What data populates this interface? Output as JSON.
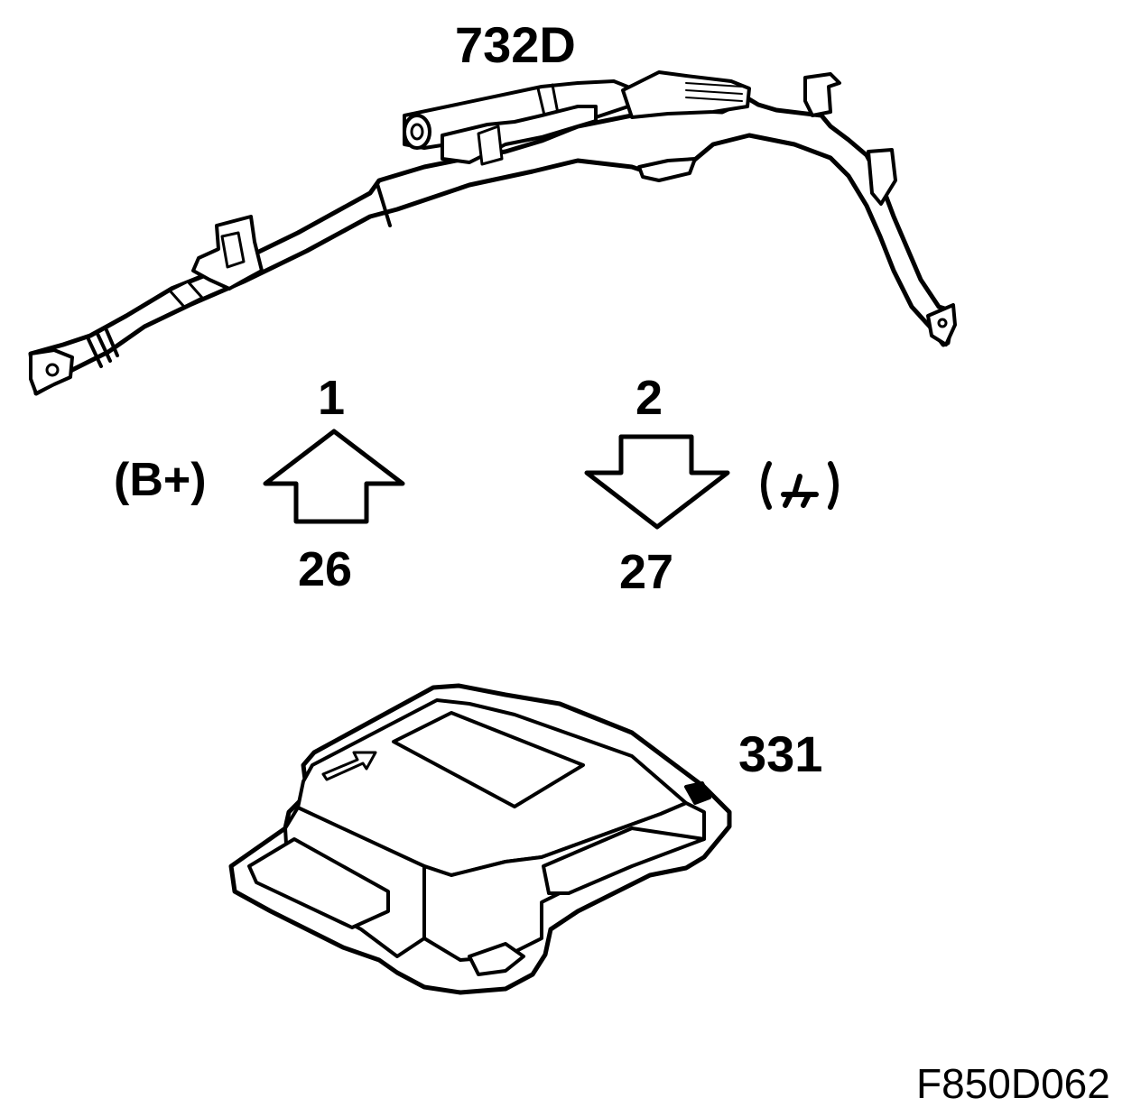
{
  "labels": {
    "airbag_part": "732D",
    "pin_upper_left": "1",
    "pin_upper_right": "2",
    "supply": "(B+)",
    "pin_lower_left": "26",
    "pin_lower_right": "27",
    "control_module_part": "331",
    "figure_code": "F850D062"
  },
  "colors": {
    "line": "#000000",
    "background": "#ffffff"
  },
  "icons": {
    "ground": "ground-icon",
    "arrow_up": "arrow-up-icon",
    "arrow_down": "arrow-down-icon"
  }
}
